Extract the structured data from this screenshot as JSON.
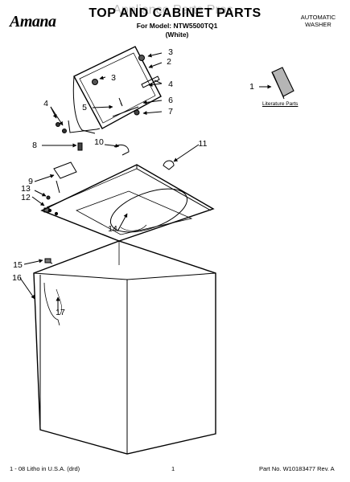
{
  "header": {
    "brand": "Amana",
    "title": "TOP AND CABINET PARTS",
    "watermark": "Appliance Parts Pros",
    "model_line": "For Model: NTW5500TQ1",
    "variant": "(White)",
    "product_type": [
      "AUTOMATIC",
      "WASHER"
    ]
  },
  "literature": {
    "label": "Literature Parts",
    "callout": "1"
  },
  "callouts": [
    "1",
    "2",
    "3",
    "3",
    "4",
    "4",
    "5",
    "6",
    "7",
    "8",
    "9",
    "10",
    "11",
    "12",
    "13",
    "14",
    "15",
    "16",
    "17"
  ],
  "footer": {
    "left": "1 - 08 Litho in U.S.A. (drd)",
    "center": "1",
    "right": "Part No. W10183477 Rev. A"
  }
}
